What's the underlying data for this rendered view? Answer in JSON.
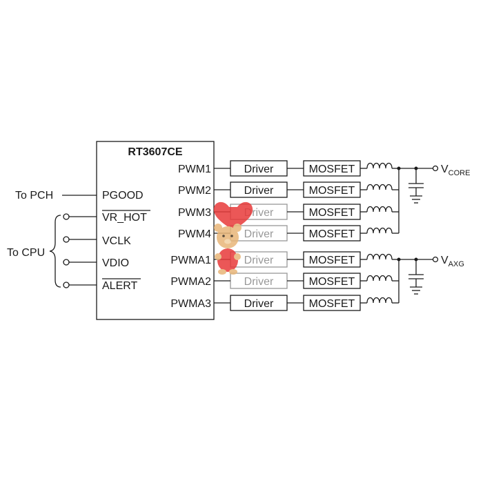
{
  "chip": {
    "name": "RT3607CE",
    "left_pins": [
      "PGOOD",
      "VR_HOT",
      "VCLK",
      "VDIO",
      "ALERT"
    ],
    "right_pins": [
      "PWM1",
      "PWM2",
      "PWM3",
      "PWM4",
      "PWMA1",
      "PWMA2",
      "PWMA3"
    ]
  },
  "external": {
    "to_pch": "To PCH",
    "to_cpu": "To CPU"
  },
  "stage": {
    "driver_label": "Driver",
    "mosfet_label": "MOSFET"
  },
  "outputs": {
    "core": {
      "main": "V",
      "sub": "CORE"
    },
    "axg": {
      "main": "V",
      "sub": "AXG"
    }
  },
  "watermark": {
    "icon": "teddy-bear-heart-icon"
  }
}
